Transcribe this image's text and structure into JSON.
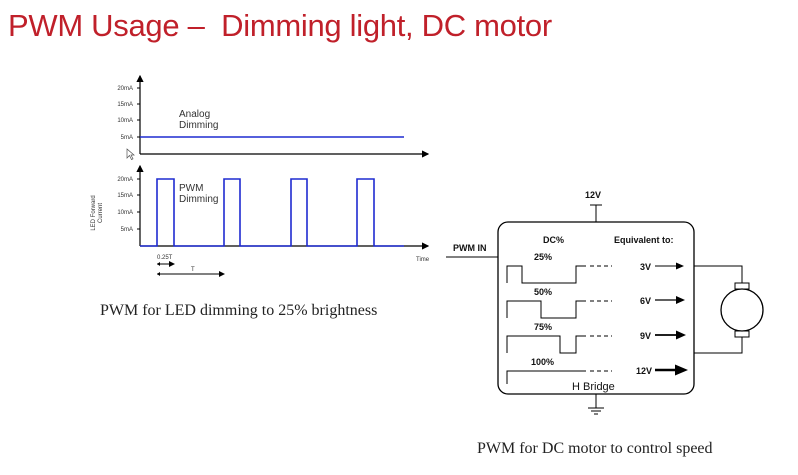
{
  "slide": {
    "title": "PWM Usage –  Dimming light, DC motor"
  },
  "led_diagram": {
    "analog": {
      "label_line1": "Analog",
      "label_line2": "Dimming",
      "y_ticks": [
        "20mA",
        "15mA",
        "10mA",
        "5mA"
      ],
      "level_mA": 5
    },
    "pwm": {
      "label_line1": "PWM",
      "label_line2": "Dimming",
      "y_ticks": [
        "20mA",
        "15mA",
        "10mA",
        "5mA"
      ],
      "ylabel_line1": "LED Forward",
      "ylabel_line2": "Current",
      "xlabel": "Time",
      "pulse_width_label": "0.25T",
      "period_label": "T",
      "pulse_count": 4,
      "duty_fraction": 0.25
    },
    "caption": "PWM for LED dimming to 25% brightness"
  },
  "motor_diagram": {
    "supply_label": "12V",
    "input_label": "PWM IN",
    "dc_header": "DC%",
    "equiv_header": "Equivalent to:",
    "bridge_label": "H Bridge",
    "rows": [
      {
        "duty": "25%",
        "duty_fraction": 0.25,
        "voltage": "3V"
      },
      {
        "duty": "50%",
        "duty_fraction": 0.5,
        "voltage": "6V"
      },
      {
        "duty": "75%",
        "duty_fraction": 0.75,
        "voltage": "9V"
      },
      {
        "duty": "100%",
        "duty_fraction": 1.0,
        "voltage": "12V"
      }
    ],
    "caption": "PWM for DC motor to control speed"
  }
}
